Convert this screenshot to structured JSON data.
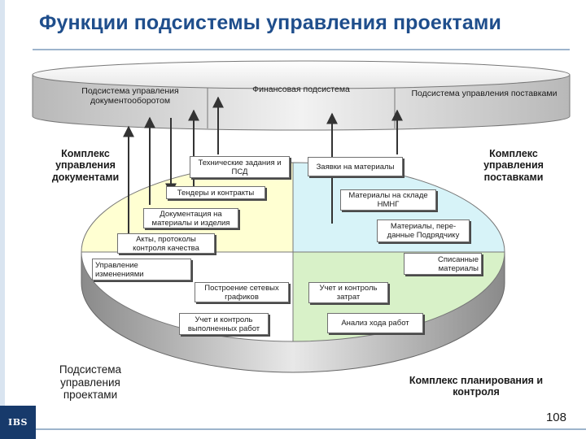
{
  "title": "Функции подсистемы управления проектами",
  "systems": {
    "doc": "Подсистема управления документооборотом",
    "fin": "Финансовая подсистема",
    "supply": "Подсистема управления поставками"
  },
  "sectors": {
    "docs": "Комплекс управления документами",
    "supply": "Комплекс управления поставками",
    "projects": "Подсистема управления проектами",
    "planning": "Комплекс планирования и контроля"
  },
  "boxes": {
    "tech_tasks": "Технические задания и ПСД",
    "tenders": "Тендеры и контракты",
    "materials_docs": "Документация на материалы и изделия",
    "acts": "Акты, протоколы контроля качества",
    "changes": "Управление изменениями",
    "network": "Построение сетевых графиков",
    "performed": "Учет и контроль выполненных работ",
    "requests": "Заявки на материалы",
    "warehouse": "Материалы на складе НМНГ",
    "transferred": "Материалы, пере- данные Подрядчику",
    "written_off": "Списанные материалы",
    "costs": "Учет и контроль затрат",
    "progress": "Анализ хода работ"
  },
  "logo": "IBS",
  "page_number": "108",
  "colors": {
    "title": "#1f4e8c",
    "sector_docs": "#ffffd2",
    "sector_supply": "#d7f3f8",
    "sector_planning": "#d8f1c8",
    "sector_projects": "#ffffff"
  }
}
